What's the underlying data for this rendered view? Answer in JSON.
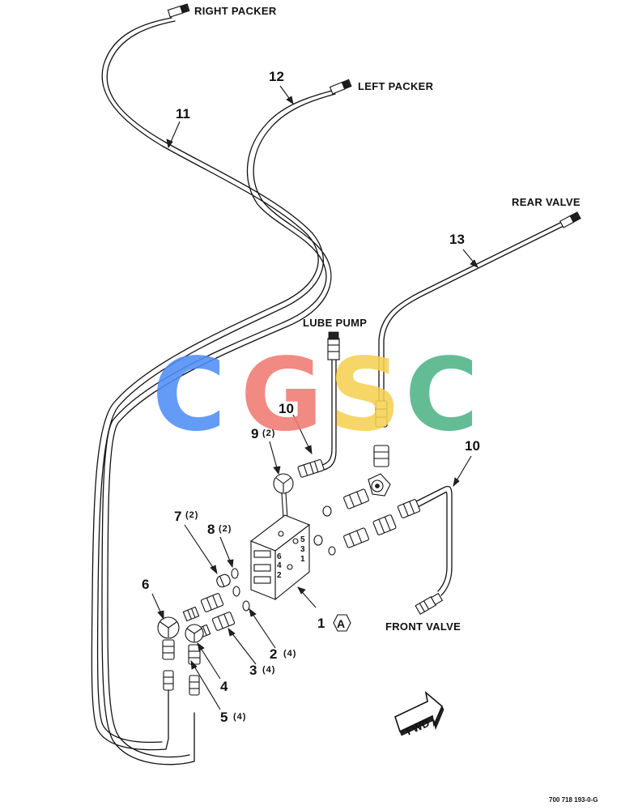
{
  "labels": {
    "right_packer": "RIGHT PACKER",
    "left_packer": "LEFT PACKER",
    "rear_valve": "REAR VALVE",
    "lube_pump": "LUBE PUMP",
    "front_valve": "FRONT VALVE",
    "fwd": "FWD"
  },
  "callouts": {
    "c11": "11",
    "c12": "12",
    "c13": "13",
    "c10a": "10",
    "c10b": "10",
    "c9": "9",
    "c9_qty": "(2)",
    "c7": "7",
    "c7_qty": "(2)",
    "c8": "8",
    "c8_qty": "(2)",
    "c6": "6",
    "c1": "1",
    "c1_ref": "A",
    "c2": "2",
    "c2_qty": "(4)",
    "c3": "3",
    "c3_qty": "(4)",
    "c4": "4",
    "c5": "5",
    "c5_qty": "(4)"
  },
  "block_ports": [
    "6",
    "4",
    "2",
    "5",
    "3",
    "1"
  ],
  "watermark": {
    "letters": [
      "C",
      "G",
      "S",
      "C"
    ],
    "colors": [
      "#4f8ef7",
      "#f07b72",
      "#f7d154",
      "#4fb387"
    ]
  },
  "doc_number": "700 718 193-0-G"
}
